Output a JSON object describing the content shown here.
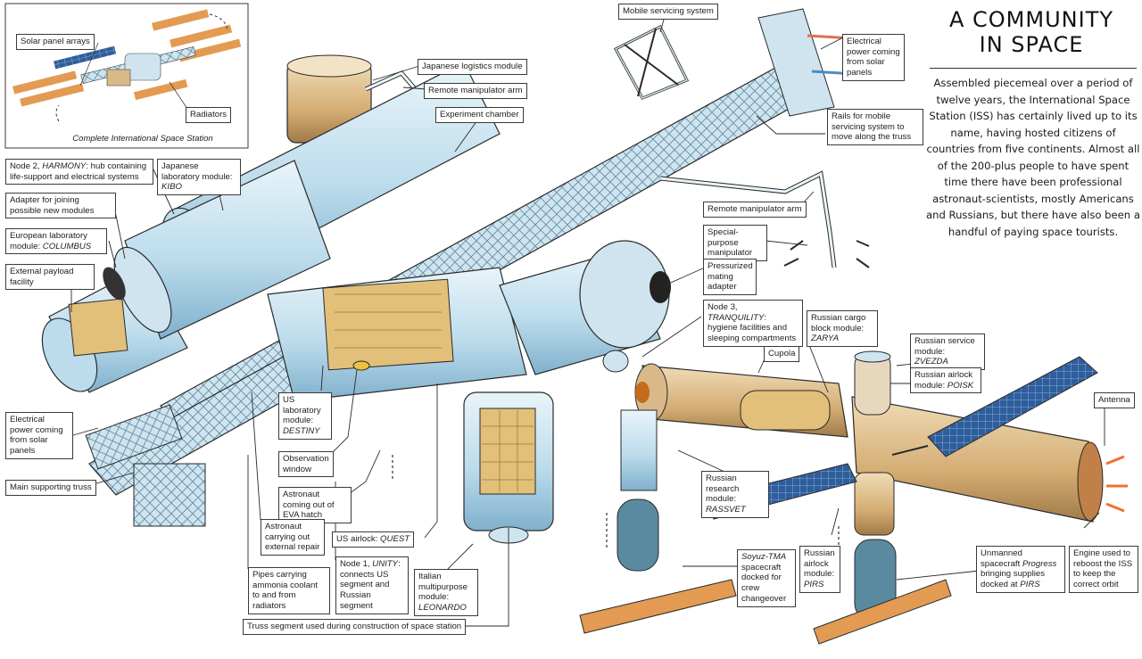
{
  "title_line1": "A COMMUNITY",
  "title_line2": "IN SPACE",
  "intro": "Assembled piecemeal over a period of twelve years, the International Space Station (ISS) has certainly lived up to its name, having hosted citizens of countries from five continents. Almost all of the 200-plus people to have spent time there have been professional astronaut-scientists, mostly Americans and Russians, but there have also been a handful of paying space tourists.",
  "inset": {
    "caption": "Complete International Space Station",
    "solar_panel_arrays": "Solar panel arrays",
    "radiators": "Radiators"
  },
  "labels": {
    "mobile_servicing_system": "Mobile servicing system",
    "japanese_logistics_module": "Japanese logistics module",
    "remote_manipulator_arm_top": "Remote manipulator arm",
    "experiment_chamber": "Experiment chamber",
    "electrical_power_top": "Electrical power coming from solar panels",
    "rails": "Rails for mobile servicing system to move along the truss",
    "remote_manipulator_arm_right": "Remote manipulator arm",
    "special_purpose_manipulator": "Special-purpose manipulator",
    "pressurized_mating_adapter": "Pressurized mating adapter",
    "node2_a": "Node 2, ",
    "node2_name": "HARMONY",
    "node2_b": ": hub containing life-support and electrical systems",
    "kibo_a": "Japanese laboratory module: ",
    "kibo_name": "KIBO",
    "adapter": "Adapter for joining possible new modules",
    "columbus_a": "European laboratory module: ",
    "columbus_name": "COLUMBUS",
    "external_payload": "External payload facility",
    "node3_a": "Node 3, ",
    "node3_name": "TRANQUILITY",
    "node3_b": ": hygiene facilities and sleeping compartments",
    "zarya_a": "Russian cargo block module: ",
    "zarya_name": "ZARYA",
    "cupola": "Cupola",
    "zvezda_a": "Russian service module: ",
    "zvezda_name": "ZVEZDA",
    "poisk_a": "Russian airlock module: ",
    "poisk_name": "POISK",
    "antenna": "Antenna",
    "electrical_power_left": "Electrical power coming from solar panels",
    "main_truss": "Main supporting truss",
    "destiny_a": "US laboratory module: ",
    "destiny_name": "DESTINY",
    "observation_window": "Observation window",
    "astronaut_eva": "Astronaut coming out of EVA hatch",
    "rassvet_a": "Russian research module: ",
    "rassvet_name": "RASSVET",
    "astronaut_repair": "Astronaut carrying out external repair",
    "quest_a": "US airlock: ",
    "quest_name": "QUEST",
    "pipes": "Pipes carrying ammonia coolant to and from radiators",
    "unity_a": "Node 1, ",
    "unity_name": "UNITY",
    "unity_b": ": connects US segment and Russian segment",
    "leonardo_a": "Italian multipurpose module: ",
    "leonardo_name": "LEONARDO",
    "soyuz_a": "Soyuz-TMA",
    "soyuz_b": " spacecraft docked for crew changeover",
    "pirs_a": "Russian airlock module: ",
    "pirs_name": "PIRS",
    "progress_a": "Unmanned spacecraft ",
    "progress_name": "Progress",
    "progress_b": " bringing supplies docked at ",
    "progress_pirs": "PIRS",
    "engine": "Engine used to reboost the ISS to keep the correct orbit",
    "truss_segment": "Truss segment used during construction of space station"
  },
  "colors": {
    "module_blue": "#bcdcec",
    "module_shadow": "#8cbbd4",
    "interior": "#e2c07a",
    "russian_tan": "#d9b98a",
    "solar_panel": "#2f5e9c",
    "orange_panel": "#e39a52",
    "line": "#2a2a2a"
  }
}
